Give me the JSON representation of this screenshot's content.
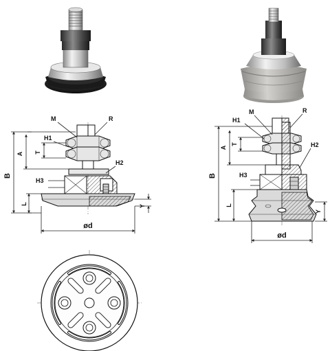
{
  "left_drawing": {
    "labels": {
      "m": "M",
      "r": "R",
      "h1": "H1",
      "h2": "H2",
      "h3": "H3",
      "a": "A",
      "b": "B",
      "t": "T",
      "l": "L",
      "y": "Y",
      "od": "ød"
    }
  },
  "right_drawing": {
    "labels": {
      "m": "M",
      "r": "R",
      "h1": "H1",
      "h2": "H2",
      "h3": "H3",
      "a": "A",
      "b": "B",
      "t": "T",
      "l": "L",
      "y": "Y",
      "od": "ød"
    }
  },
  "colors": {
    "pad_black": "#1a1a1a",
    "pad_grey": "#b9b7b3",
    "metal": "#c9c9c9",
    "hex_nut": "#8a8a8a",
    "section_fill": "#d4d4d4",
    "hatch": "#555555"
  }
}
